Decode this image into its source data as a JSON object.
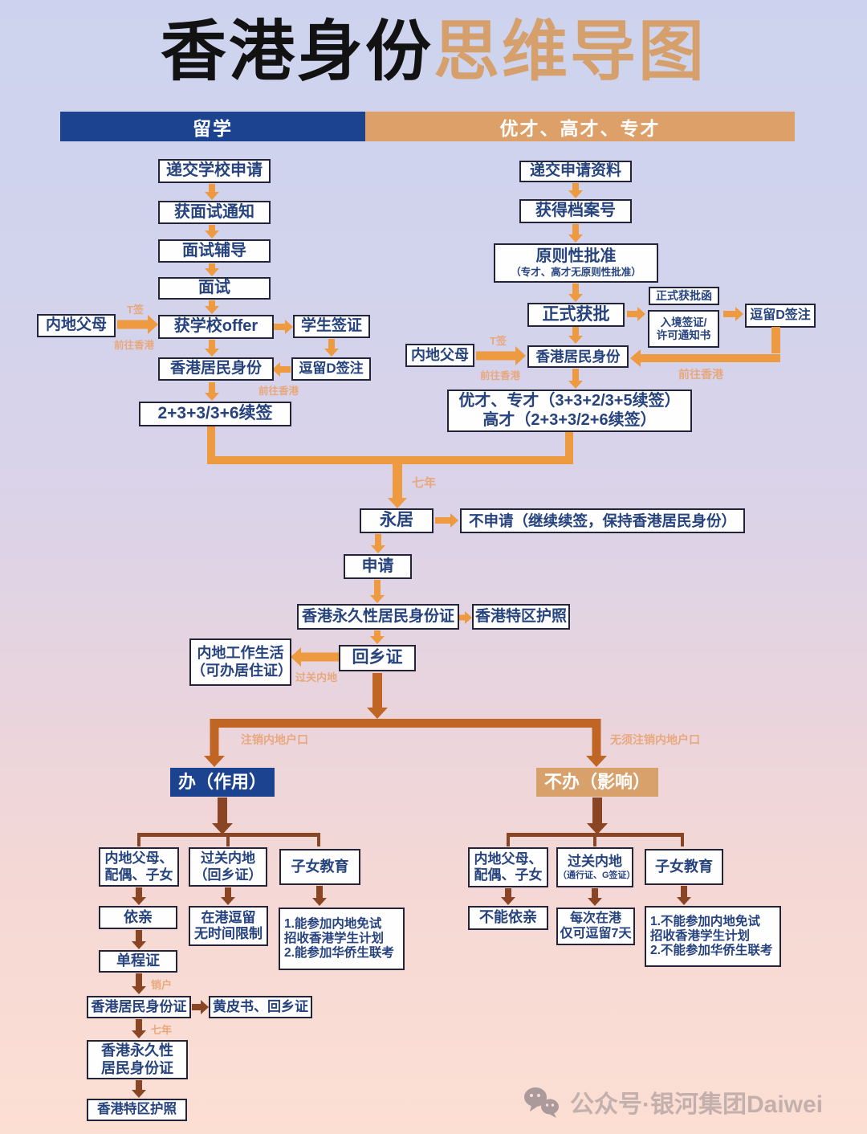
{
  "colors": {
    "accent": "#d5a06b",
    "header_blue": "#1c4390",
    "header_tan": "#dda069",
    "arrow_orange": "#ee9a40",
    "arrow_mid": "#c06524",
    "arrow_dark": "#8a4525",
    "box_text": "#26437e",
    "box_border": "#23243a",
    "label": "#e8a87d",
    "do_bg": "#1c4390",
    "dont_bg": "#d8a06a",
    "watermark": "#c3b0ad"
  },
  "title": {
    "main": "香港身份",
    "accent": "思维导图"
  },
  "headers": {
    "study": "留学",
    "talent": "优才、高才、专才"
  },
  "study": {
    "submit": "递交学校申请",
    "notice": "获面试通知",
    "coach": "面试辅导",
    "interview": "面试",
    "parents": "内地父母",
    "offer": "获学校offer",
    "visa": "学生签证",
    "stay_d": "逗留D签注",
    "resident": "香港居民身份",
    "renew": "2+3+3/3+6续签"
  },
  "talent": {
    "submit": "递交申请资料",
    "file_no": "获得档案号",
    "principle": "原则性批准",
    "principle_note": "（专才、高才无原则性批准）",
    "formal": "正式获批",
    "letter": "正式获批函",
    "entry": "入境签证/\n许可通知书",
    "stay_d": "逗留D签注",
    "parents": "内地父母",
    "resident": "香港居民身份",
    "renew1": "优才、专才（3+3+2/3+5续签）",
    "renew2": "高才（2+3+3/2+6续签）"
  },
  "core": {
    "permanent": "永居",
    "no_apply": "不申请（继续续签，保持香港居民身份）",
    "apply": "申请",
    "pr_id": "香港永久性居民身份证",
    "passport": "香港特区护照",
    "home_permit": "回乡证",
    "mainland_life": "内地工作生活\n（可办居住证）"
  },
  "decision": {
    "do": "办（作用）",
    "dont": "不办（影响）"
  },
  "do_branch": {
    "family": "内地父母、\n配偶、子女",
    "cross": "过关内地\n（回乡证）",
    "edu": "子女教育",
    "rely": "依亲",
    "stay": "在港逗留\n无时间限制",
    "edu_detail": "1.能参加内地免试\n招收香港学生计划\n2.能参加华侨生联考",
    "one_way": "单程证",
    "hk_id": "香港居民身份证",
    "yellow": "黄皮书、回乡证",
    "pr_id": "香港永久性\n居民身份证",
    "passport": "香港特区护照"
  },
  "dont_branch": {
    "family": "内地父母、\n配偶、子女",
    "cross": "过关内地",
    "cross_note": "（通行证、G签证）",
    "edu": "子女教育",
    "no_rely": "不能依亲",
    "stay7": "每次在港\n仅可逗留7天",
    "edu_detail": "1.不能参加内地免试\n招收香港学生计划\n2.不能参加华侨生联考"
  },
  "labels": {
    "t_visa": "T签",
    "go_hk": "前往香港",
    "seven_years": "七年",
    "cross_mainland": "过关内地",
    "cancel_hukou": "注销内地户口",
    "no_cancel_hukou": "无须注销内地户口",
    "cancel_account": "销户"
  },
  "watermark": {
    "text": "公众号·银河集团Daiwei"
  }
}
